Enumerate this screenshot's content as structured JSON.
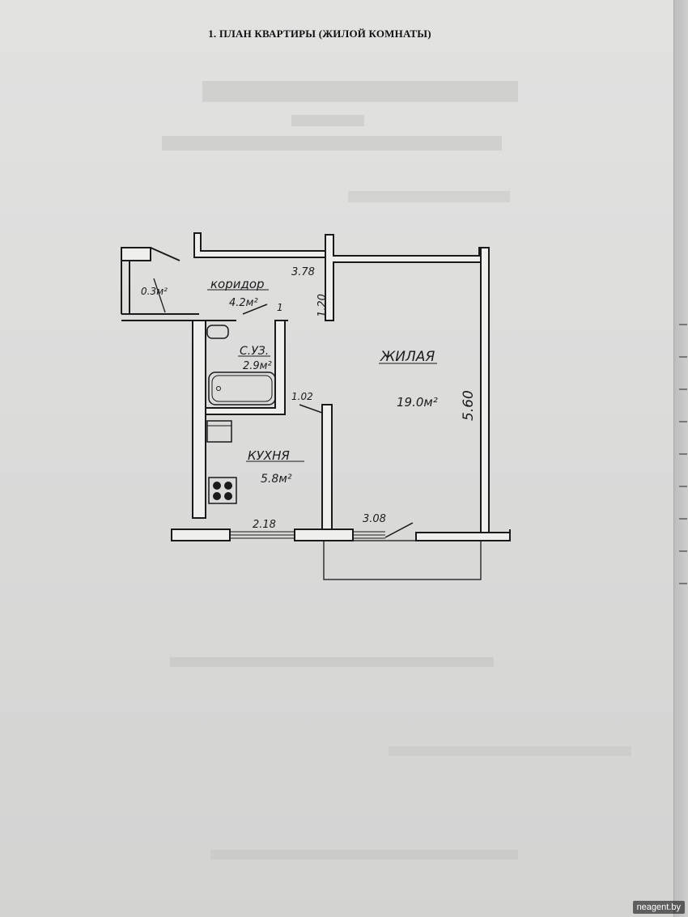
{
  "document": {
    "heading": "1. ПЛАН КВАРТИРЫ (ЖИЛОЙ КОМНАТЫ)"
  },
  "plan": {
    "rooms": {
      "corridor": {
        "name": "коридор",
        "area": "4.2м²"
      },
      "closet": {
        "area": "0.3м²"
      },
      "bathroom": {
        "name": "С.УЗ.",
        "area": "2.9м²"
      },
      "living": {
        "name": "ЖИЛАЯ",
        "area": "19.0м²"
      },
      "kitchen": {
        "name": "КУХНЯ",
        "area": "5.8м²"
      }
    },
    "dimensions": {
      "corridor_width": "3.78",
      "corridor_height": "1.20",
      "door_living": "1.02",
      "living_height": "5.60",
      "kitchen_width": "2.18",
      "living_width": "3.08",
      "door_bath": "1"
    }
  },
  "watermark": "neagent.by"
}
